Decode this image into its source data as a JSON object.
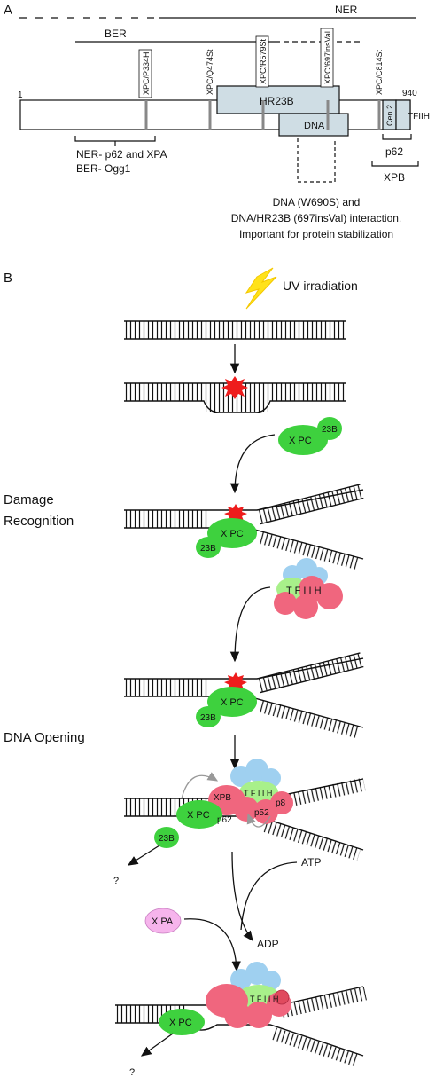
{
  "panelA": {
    "label": "A",
    "ner_label": "NER",
    "ber_label": "BER",
    "start_pos": "1",
    "end_pos": "940",
    "mutations": [
      "XPC/P334H",
      "XPC/Q474St",
      "XPC/R579St",
      "XPC/697insVal",
      "XPC/C814St"
    ],
    "domains": {
      "hr23b": "HR23B",
      "dna": "DNA",
      "cen2": "Cen 2",
      "tfiih": "TFIIH"
    },
    "ner_note": "NER- p62 and XPA",
    "ber_note": "BER- Ogg1",
    "p62": "p62",
    "xpb": "XPB",
    "dna_note_1": "DNA (W690S) and",
    "dna_note_2": "DNA/HR23B (697insVal) interaction.",
    "dna_note_3": "Important for protein stabilization"
  },
  "panelB": {
    "label": "B",
    "uv_label": "UV irradiation",
    "damage_recognition_1": "Damage",
    "damage_recognition_2": "Recognition",
    "dna_opening": "DNA Opening",
    "xpc": "X PC",
    "hr23b": "23B",
    "tfiih": "T F I I H",
    "xpb": "XPB",
    "p62": "p62",
    "p52": "p52",
    "p8": "p8",
    "atp": "ATP",
    "adp": "ADP",
    "xpa": "X PA",
    "question": "?"
  },
  "colors": {
    "green": "#3ed13e",
    "pink": "#f0667e",
    "blue": "#9fd0f0",
    "light_green": "#a8f08a",
    "xpa_pink": "#f6b4ec",
    "domain_fill": "#cfdde4",
    "uv_yellow": "#ffe21a",
    "damage_red": "#ee1c1c"
  }
}
